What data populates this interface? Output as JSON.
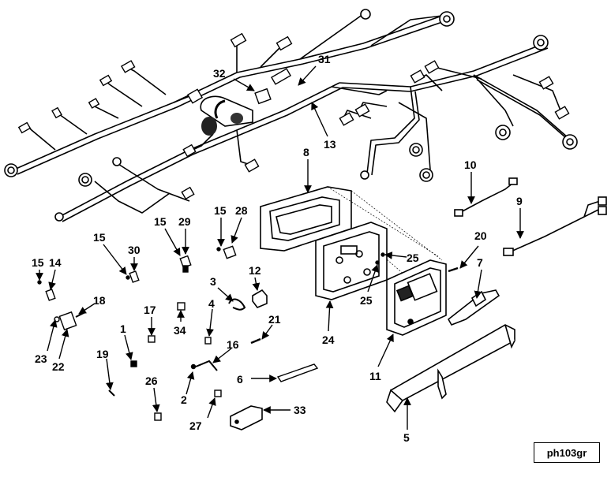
{
  "figure": {
    "id_label": "ph103gr"
  },
  "callouts": [
    {
      "key": "c31",
      "text": "31"
    },
    {
      "key": "c32",
      "text": "32"
    },
    {
      "key": "c13",
      "text": "13"
    },
    {
      "key": "c8",
      "text": "8"
    },
    {
      "key": "c10",
      "text": "10"
    },
    {
      "key": "c9",
      "text": "9"
    },
    {
      "key": "c15a",
      "text": "15"
    },
    {
      "key": "c29",
      "text": "29"
    },
    {
      "key": "c15b",
      "text": "15"
    },
    {
      "key": "c28",
      "text": "28"
    },
    {
      "key": "c15c",
      "text": "15"
    },
    {
      "key": "c30",
      "text": "30"
    },
    {
      "key": "c15d",
      "text": "15"
    },
    {
      "key": "c14",
      "text": "14"
    },
    {
      "key": "c3",
      "text": "3"
    },
    {
      "key": "c12",
      "text": "12"
    },
    {
      "key": "c25a",
      "text": "25"
    },
    {
      "key": "c25b",
      "text": "25"
    },
    {
      "key": "c20",
      "text": "20"
    },
    {
      "key": "c7",
      "text": "7"
    },
    {
      "key": "c18",
      "text": "18"
    },
    {
      "key": "c17",
      "text": "17"
    },
    {
      "key": "c4",
      "text": "4"
    },
    {
      "key": "c21",
      "text": "21"
    },
    {
      "key": "c34",
      "text": "34"
    },
    {
      "key": "c24",
      "text": "24"
    },
    {
      "key": "c23",
      "text": "23"
    },
    {
      "key": "c22",
      "text": "22"
    },
    {
      "key": "c1",
      "text": "1"
    },
    {
      "key": "c16",
      "text": "16"
    },
    {
      "key": "c11",
      "text": "11"
    },
    {
      "key": "c19",
      "text": "19"
    },
    {
      "key": "c26",
      "text": "26"
    },
    {
      "key": "c2",
      "text": "2"
    },
    {
      "key": "c6",
      "text": "6"
    },
    {
      "key": "c27",
      "text": "27"
    },
    {
      "key": "c33",
      "text": "33"
    },
    {
      "key": "c5",
      "text": "5"
    }
  ]
}
